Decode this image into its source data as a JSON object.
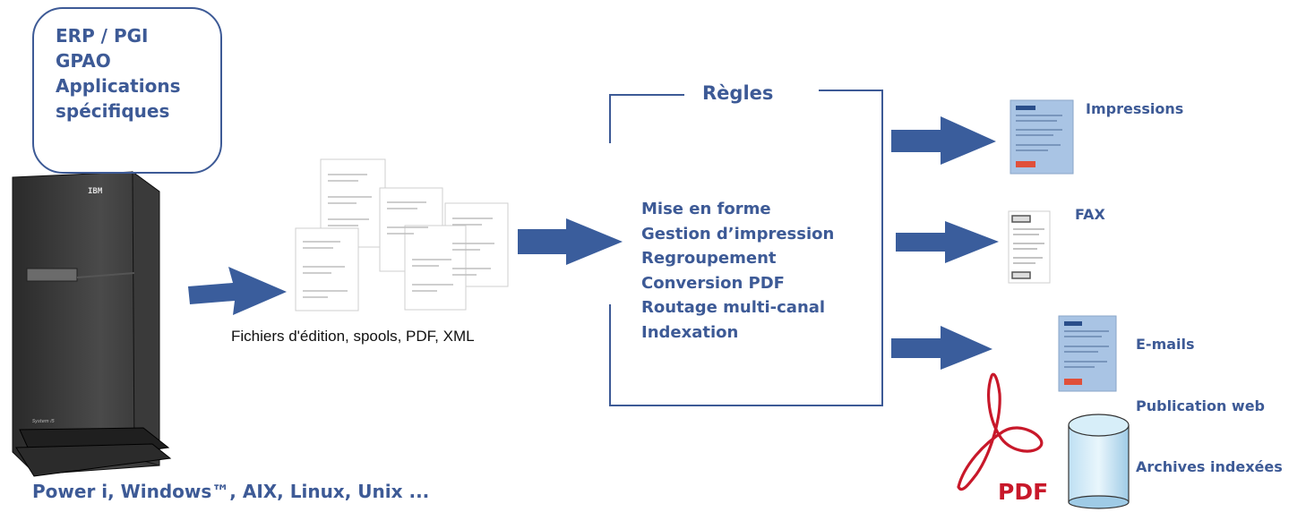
{
  "source_box": {
    "lines": [
      "ERP / PGI",
      "GPAO",
      "Applications",
      "spécifiques"
    ]
  },
  "server": {
    "brand": "IBM",
    "model": "System i5"
  },
  "platforms": "Power i, Windows™, AIX, Linux, Unix ...",
  "files_caption": "Fichiers d'édition, spools, PDF, XML",
  "rules": {
    "title": "Règles",
    "items": [
      "Mise en forme",
      "Gestion d’impression",
      "Regroupement",
      "Conversion PDF",
      "Routage multi-canal",
      "Indexation"
    ]
  },
  "outputs": {
    "impressions": "Impressions",
    "fax": "FAX",
    "emails": "E-mails",
    "web": "Publication web",
    "archives": "Archives indexées"
  },
  "pdf_logo_text": "PDF",
  "colors": {
    "accent_blue": "#3d5a96",
    "arrow_blue": "#3a5d9c",
    "doc_blue": "#a9c4e4",
    "pdf_red": "#c8182a"
  }
}
